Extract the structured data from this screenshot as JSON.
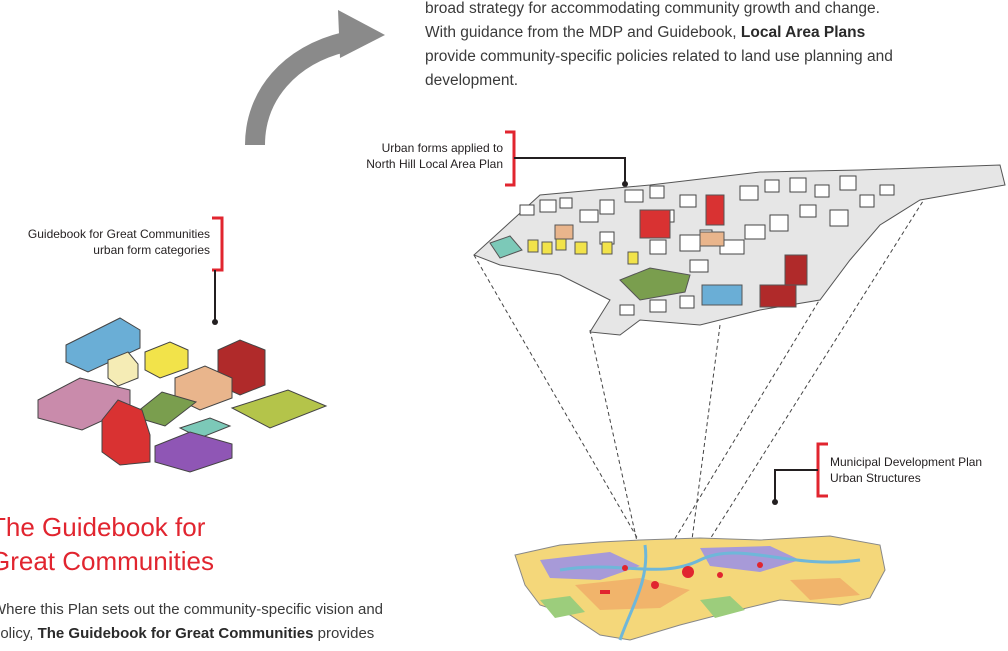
{
  "intro": {
    "line1": "broad strategy for accommodating community growth and change.",
    "line2": "With guidance from the MDP and Guidebook,",
    "line2_bold": "Local Area Plans",
    "line3": "provide community-specific policies related to land use planning and",
    "line4": "development."
  },
  "callouts": {
    "local_area_plan": {
      "line1": "Urban forms applied to",
      "line2": "North Hill Local Area Plan"
    },
    "guidebook": {
      "line1": "Guidebook for Great Communities",
      "line2": "urban form categories"
    },
    "mdp": {
      "line1": "Municipal Development Plan",
      "line2": "Urban Structures"
    }
  },
  "heading": {
    "line1": "The Guidebook for",
    "line2": "Great Communities"
  },
  "paragraph": {
    "line1": "Where this Plan sets out the community-specific vision and",
    "line2_pre": "policy,",
    "line2_bold": "The Guidebook for Great Communities",
    "line2_post": "provides"
  },
  "colors": {
    "accent_red": "#e1252f",
    "arrow_gray": "#8a8a8a",
    "blue": "#6aaed6",
    "yellow": "#f2e34a",
    "pink": "#c98bab",
    "peach": "#e9b58c",
    "dark_red": "#b02a2a",
    "red": "#d93232",
    "green": "#7a9e4e",
    "lime": "#b4c44a",
    "teal": "#7cc9b8",
    "purple": "#8f56b5"
  }
}
